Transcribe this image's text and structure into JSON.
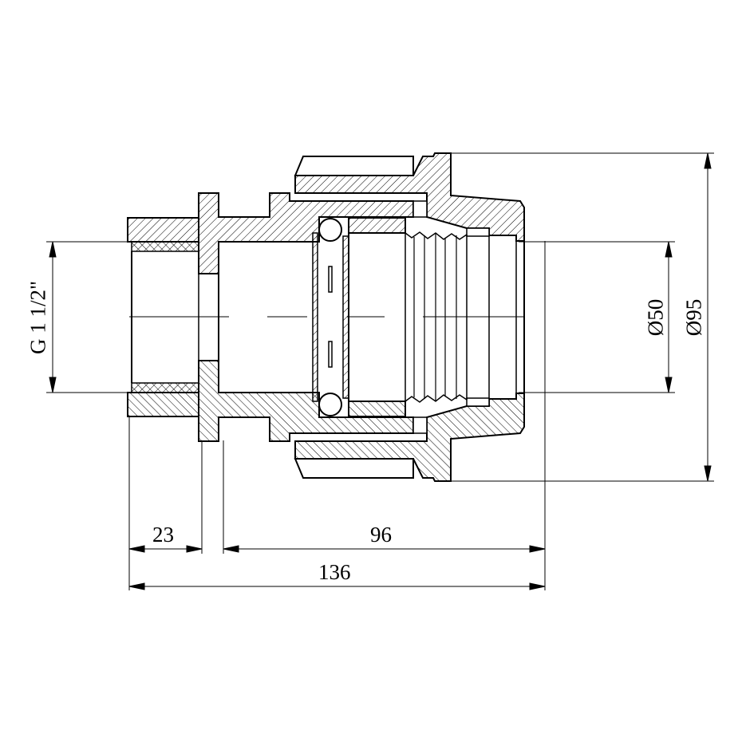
{
  "drawing": {
    "type": "cross-section of a compression fitting with female thread",
    "line_color": "#000000",
    "background": "#ffffff"
  },
  "dimensions": {
    "thread": "G 1 1/2\"",
    "inner_diameter": "Ø50",
    "outer_diameter": "Ø95",
    "thread_length": "23",
    "body_length": "96",
    "total_length": "136"
  }
}
